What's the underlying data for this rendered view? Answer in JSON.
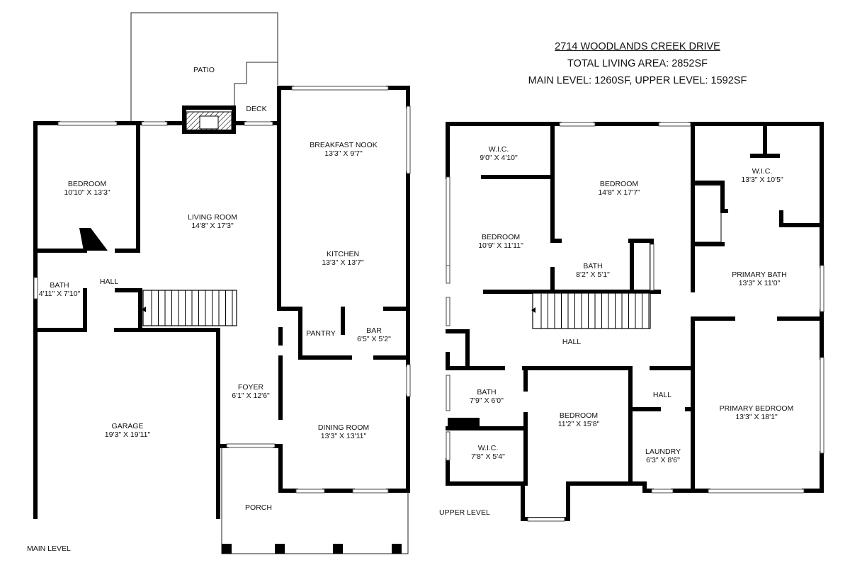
{
  "header": {
    "address": "2714 WOODLANDS CREEK DRIVE",
    "total_area": "TOTAL LIVING AREA: 2852SF",
    "level_areas": "MAIN LEVEL: 1260SF, UPPER LEVEL: 1592SF"
  },
  "levels": {
    "main": "MAIN LEVEL",
    "upper": "UPPER LEVEL"
  },
  "main_rooms": {
    "patio": "PATIO",
    "deck": "DECK",
    "bedroom": {
      "name": "BEDROOM",
      "dims": "10'10\" X 13'3\""
    },
    "living_room": {
      "name": "LIVING ROOM",
      "dims": "14'8\" X 17'3\""
    },
    "breakfast_nook": {
      "name": "BREAKFAST NOOK",
      "dims": "13'3\" X 9'7\""
    },
    "kitchen": {
      "name": "KITCHEN",
      "dims": "13'3\" X 13'7\""
    },
    "bath": {
      "name": "BATH",
      "dims": "4'11\" X 7'10\""
    },
    "hall": "HALL",
    "pantry": "PANTRY",
    "bar": {
      "name": "BAR",
      "dims": "6'5\" X 5'2\""
    },
    "foyer": {
      "name": "FOYER",
      "dims": "6'1\" X 12'6\""
    },
    "garage": {
      "name": "GARAGE",
      "dims": "19'3\" X 19'11\""
    },
    "dining_room": {
      "name": "DINING ROOM",
      "dims": "13'3\" X 13'11\""
    },
    "porch": "PORCH"
  },
  "upper_rooms": {
    "wic_left": {
      "name": "W.I.C.",
      "dims": "9'0\" X 4'10\""
    },
    "bedroom_top": {
      "name": "BEDROOM",
      "dims": "14'8\" X 17'7\""
    },
    "wic_right": {
      "name": "W.I.C.",
      "dims": "13'3\" X 10'5\""
    },
    "bedroom_left": {
      "name": "BEDROOM",
      "dims": "10'9\" X 11'11\""
    },
    "bath_mid": {
      "name": "BATH",
      "dims": "8'2\" X 5'1\""
    },
    "primary_bath": {
      "name": "PRIMARY BATH",
      "dims": "13'3\" X 11'0\""
    },
    "hall": "HALL",
    "bath_small": {
      "name": "BATH",
      "dims": "7'9\" X 6'0\""
    },
    "bedroom_bottom": {
      "name": "BEDROOM",
      "dims": "11'2\" X 15'8\""
    },
    "hall_small": "HALL",
    "primary_bedroom": {
      "name": "PRIMARY BEDROOM",
      "dims": "13'3\" X 18'1\""
    },
    "wic_bottom": {
      "name": "W.I.C.",
      "dims": "7'8\" X 5'4\""
    },
    "laundry": {
      "name": "LAUNDRY",
      "dims": "6'3\" X 8'6\""
    }
  }
}
